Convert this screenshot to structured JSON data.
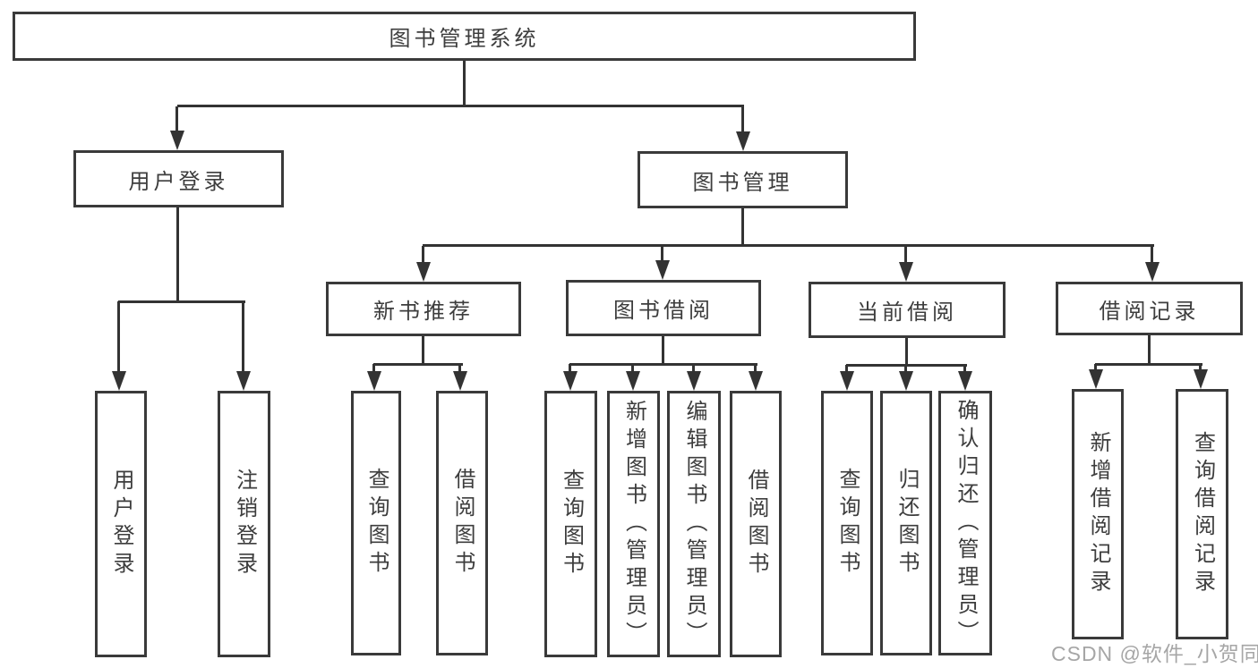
{
  "tree": {
    "label": "图书管理系统",
    "children": [
      {
        "label": "用户登录",
        "children": [
          {
            "label": "用户登录"
          },
          {
            "label": "注销登录"
          }
        ]
      },
      {
        "label": "图书管理",
        "children": [
          {
            "label": "新书推荐",
            "children": [
              {
                "label": "查询图书"
              },
              {
                "label": "借阅图书"
              }
            ]
          },
          {
            "label": "图书借阅",
            "children": [
              {
                "label": "查询图书"
              },
              {
                "label": "新增图书（管理员）"
              },
              {
                "label": "编辑图书（管理员）"
              },
              {
                "label": "借阅图书"
              }
            ]
          },
          {
            "label": "当前借阅",
            "children": [
              {
                "label": "查询图书"
              },
              {
                "label": "归还图书"
              },
              {
                "label": "确认归还（管理员）"
              }
            ]
          },
          {
            "label": "借阅记录",
            "children": [
              {
                "label": "新增借阅记录"
              },
              {
                "label": "查询借阅记录"
              }
            ]
          }
        ]
      }
    ]
  },
  "watermark": "CSDN @软件_小贺同学",
  "colors": {
    "line": "#333333",
    "box_border": "#3a3a3a",
    "text": "#3d3d3d",
    "watermark": "#a6a6a6",
    "background": "#ffffff"
  }
}
